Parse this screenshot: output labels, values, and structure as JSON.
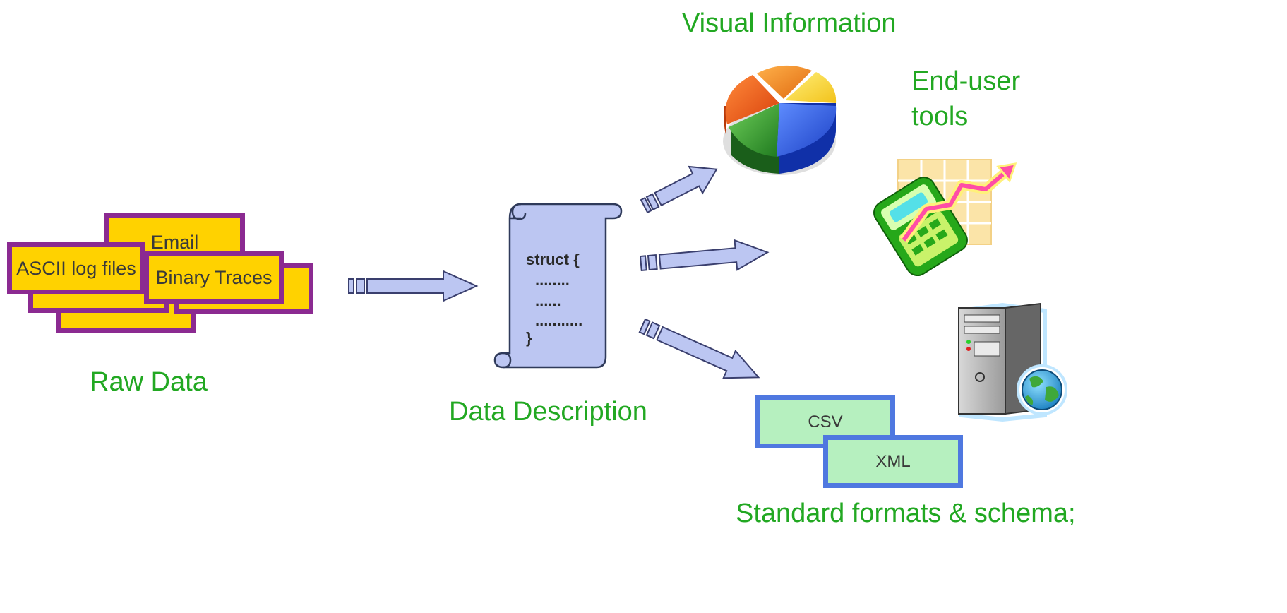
{
  "labels": {
    "raw_data": "Raw Data",
    "data_description": "Data Description",
    "visual_information": "Visual Information",
    "end_user_tools_line1": "End-user",
    "end_user_tools_line2": "tools",
    "standard_formats": "Standard formats & schema;"
  },
  "raw_sources": {
    "email": "Email",
    "ascii": "ASCII log files",
    "binary": "Binary Traces"
  },
  "description_code": {
    "line1": "struct {",
    "line2": "........",
    "line3": "......",
    "line4": "...........",
    "line5": "}"
  },
  "formats": {
    "csv": "CSV",
    "xml": "XML"
  },
  "colors": {
    "label_green": "#22a822",
    "raw_box_fill": "#ffd200",
    "raw_box_border": "#8b2a91",
    "format_box_fill": "#b6f0bf",
    "format_box_border": "#4f78e0",
    "arrow_fill": "#bcc6f2",
    "arrow_stroke": "#3a3f6e"
  },
  "icons": [
    "document-scroll-icon",
    "pie-chart-icon",
    "calculator-chart-icon",
    "server-globe-icon",
    "flow-arrow-icon"
  ]
}
